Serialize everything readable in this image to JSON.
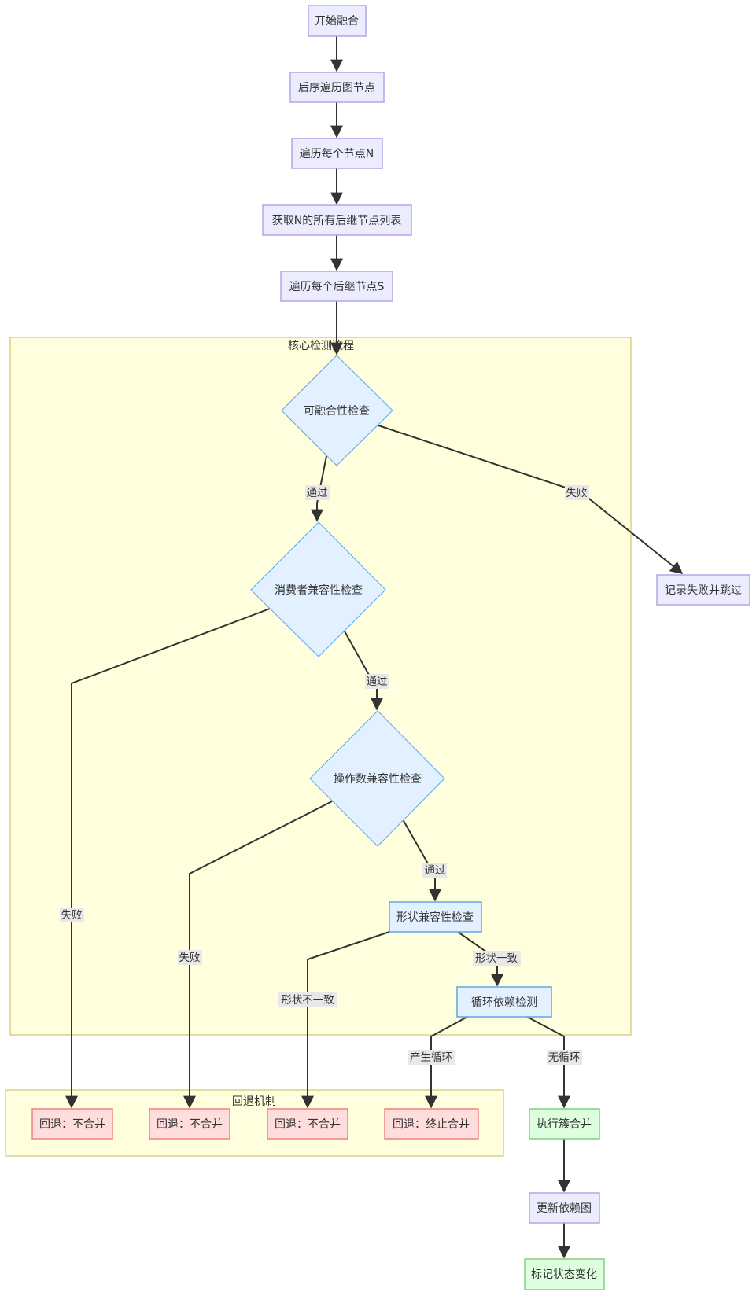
{
  "clusters": {
    "core": {
      "title": "核心检测流程"
    },
    "rollback": {
      "title": "回退机制"
    }
  },
  "nodes": {
    "start": {
      "label": "开始融合"
    },
    "postorder": {
      "label": "后序遍历图节点"
    },
    "traverse_n": {
      "label": "遍历每个节点N"
    },
    "get_successors": {
      "label": "获取N的所有后继节点列表"
    },
    "traverse_s": {
      "label": "遍历每个后继节点S"
    },
    "fusible_check": {
      "label": "可融合性检查"
    },
    "consumer_check": {
      "label": "消费者兼容性检查"
    },
    "operand_check": {
      "label": "操作数兼容性检查"
    },
    "shape_check": {
      "label": "形状兼容性检查"
    },
    "cycle_check": {
      "label": "循环依赖检测"
    },
    "record_fail": {
      "label": "记录失败并跳过"
    },
    "rollback_1": {
      "label": "回退：不合并"
    },
    "rollback_2": {
      "label": "回退：不合并"
    },
    "rollback_3": {
      "label": "回退：不合并"
    },
    "rollback_4": {
      "label": "回退：终止合并"
    },
    "exec_merge": {
      "label": "执行簇合并"
    },
    "update_deps": {
      "label": "更新依赖图"
    },
    "mark_state": {
      "label": "标记状态变化"
    }
  },
  "edges": {
    "fusible_pass": {
      "label": "通过"
    },
    "fusible_fail": {
      "label": "失败"
    },
    "consumer_pass": {
      "label": "通过"
    },
    "consumer_fail": {
      "label": "失败"
    },
    "operand_pass": {
      "label": "通过"
    },
    "operand_fail": {
      "label": "失败"
    },
    "shape_ok": {
      "label": "形状一致"
    },
    "shape_bad": {
      "label": "形状不一致"
    },
    "cycle_yes": {
      "label": "产生循环"
    },
    "cycle_no": {
      "label": "无循环"
    }
  },
  "colors": {
    "process_fill": "#ececff",
    "process_stroke": "#b7a3e8",
    "check_fill": "#e3f0ff",
    "check_stroke": "#5aa7e8",
    "fail_fill": "#ffdddd",
    "fail_stroke": "#f08080",
    "success_fill": "#ddffdd",
    "success_stroke": "#80d080",
    "cluster_fill": "#ffffde",
    "cluster_stroke": "#bcbc5a",
    "edge": "#333333"
  }
}
